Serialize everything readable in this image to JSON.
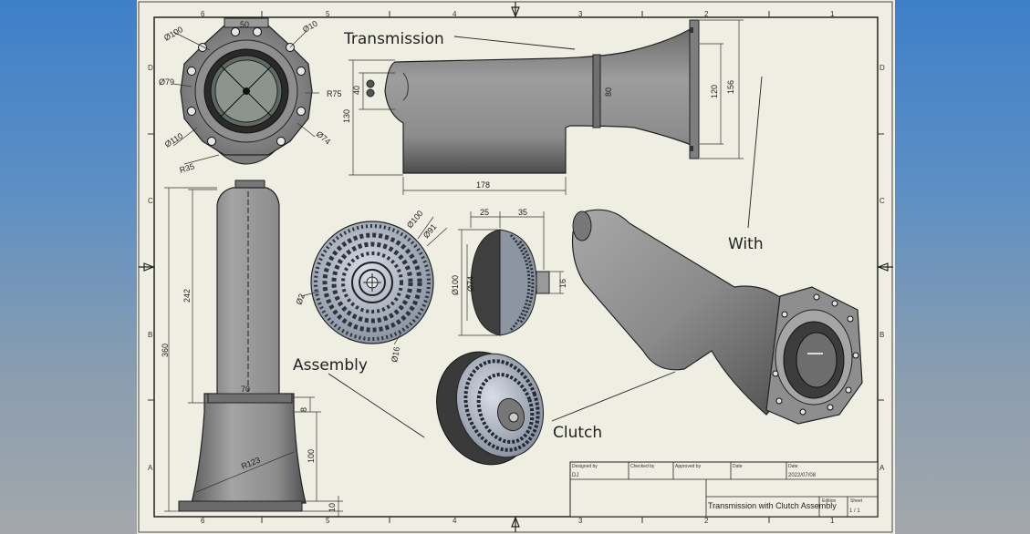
{
  "zones": {
    "columns": [
      "6",
      "5",
      "4",
      "3",
      "2",
      "1"
    ],
    "rows": [
      "D",
      "C",
      "B",
      "A"
    ]
  },
  "callouts": {
    "transmission": "Transmission",
    "with": "With",
    "assembly": "Assembly",
    "clutch": "Clutch"
  },
  "dimensions": {
    "d50": "50",
    "d100_top": "Ø100",
    "d10": "Ø10",
    "d79": "Ø79",
    "r75": "R75",
    "d110": "Ø110",
    "d74_top": "Ø74",
    "r35": "R35",
    "h40": "40",
    "h130": "130",
    "w178": "178",
    "h80": "80",
    "h120": "120",
    "h156": "156",
    "v360": "360",
    "v242": "242",
    "w70": "70",
    "v8": "8",
    "v100": "100",
    "r123": "R123",
    "v10": "10",
    "d100_cl": "Ø100",
    "d91": "Ø91",
    "d2": "Ø2",
    "d16_front": "Ø16",
    "w25": "25",
    "w35": "35",
    "side_d100": "Ø100",
    "side_d74": "Ø74",
    "side_16": "16"
  },
  "title_block": {
    "designed_by_label": "Designed by",
    "designed_by_value": "DJ",
    "checked_by_label": "Checked by",
    "approved_by_label": "Approved by",
    "date_label": "Date",
    "date2_label": "Date",
    "date_value": "2022/07/08",
    "title": "Transmission with Clutch Assembly",
    "edition_label": "Edition",
    "sheet_label": "Sheet",
    "sheet_value": "1 / 1"
  }
}
